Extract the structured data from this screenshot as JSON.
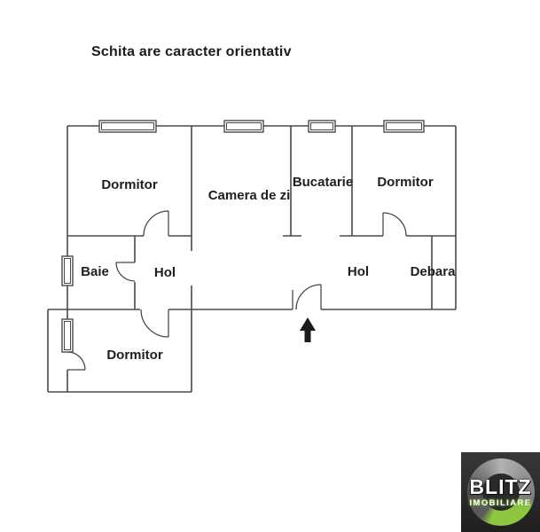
{
  "title": "Schita are caracter orientativ",
  "rooms": {
    "dormitor_tl": "Dormitor",
    "camera_de_zi": "Camera de zi",
    "bucatarie": "Bucatarie",
    "dormitor_tr": "Dormitor",
    "baie": "Baie",
    "hol_left": "Hol",
    "hol_right": "Hol",
    "debara": "Debara",
    "dormitor_bottom": "Dormitor"
  },
  "logo": {
    "brand": "BLITZ",
    "subtitle": "IMOBILIARE"
  },
  "colors": {
    "wall": "#4a4a4a",
    "label_text": "#1f1f1f",
    "arrow": "#1b1b1b",
    "logo_background": "#2a2a2a",
    "logo_green": "#8dc63f"
  }
}
